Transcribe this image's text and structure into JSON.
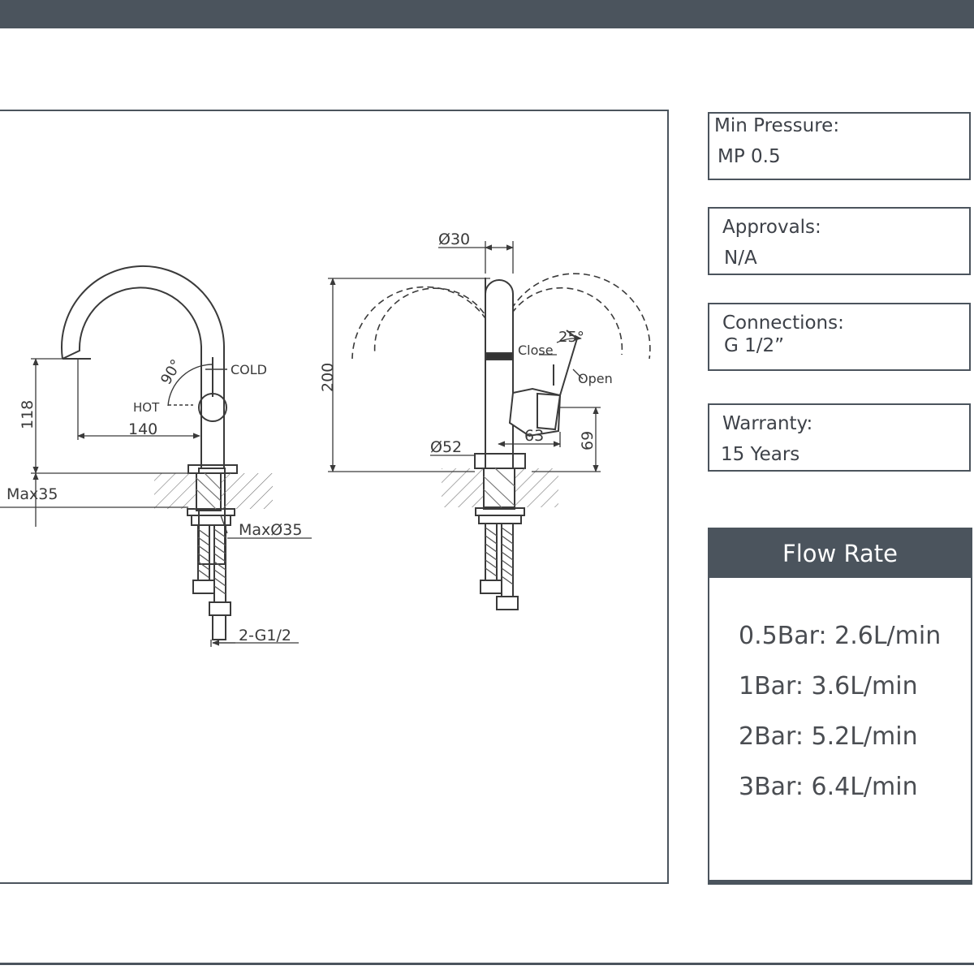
{
  "drawing": {
    "left_view": {
      "label_cold": "COLD",
      "label_hot": "HOT",
      "angle_label": "90°",
      "dim_height": "118",
      "dim_reach": "140",
      "dim_max_deck": "Max35",
      "dim_max_hole": "MaxØ35",
      "dim_inlet": "2-G1/2"
    },
    "right_view": {
      "dim_spout_dia": "Ø30",
      "dim_height": "200",
      "dim_base_dia": "Ø52",
      "dim_lever_reach": "63",
      "dim_lever_height": "69",
      "angle_label": "25°",
      "label_close": "Close",
      "label_open": "Open"
    }
  },
  "specs": [
    {
      "label": "Min Pressure:",
      "value": "MP 0.5"
    },
    {
      "label": "Approvals:",
      "value": "N/A"
    },
    {
      "label": "Connections:",
      "value": "G 1/2”"
    },
    {
      "label": "Warranty:",
      "value": "15 Years"
    }
  ],
  "flow_rate": {
    "title": "Flow Rate",
    "items": [
      "0.5Bar: 2.6L/min",
      "1Bar: 3.6L/min",
      "2Bar: 5.2L/min",
      "3Bar: 6.4L/min"
    ]
  },
  "colors": {
    "accent": "#4b545d",
    "line": "#3a3a3a",
    "background": "#ffffff"
  }
}
